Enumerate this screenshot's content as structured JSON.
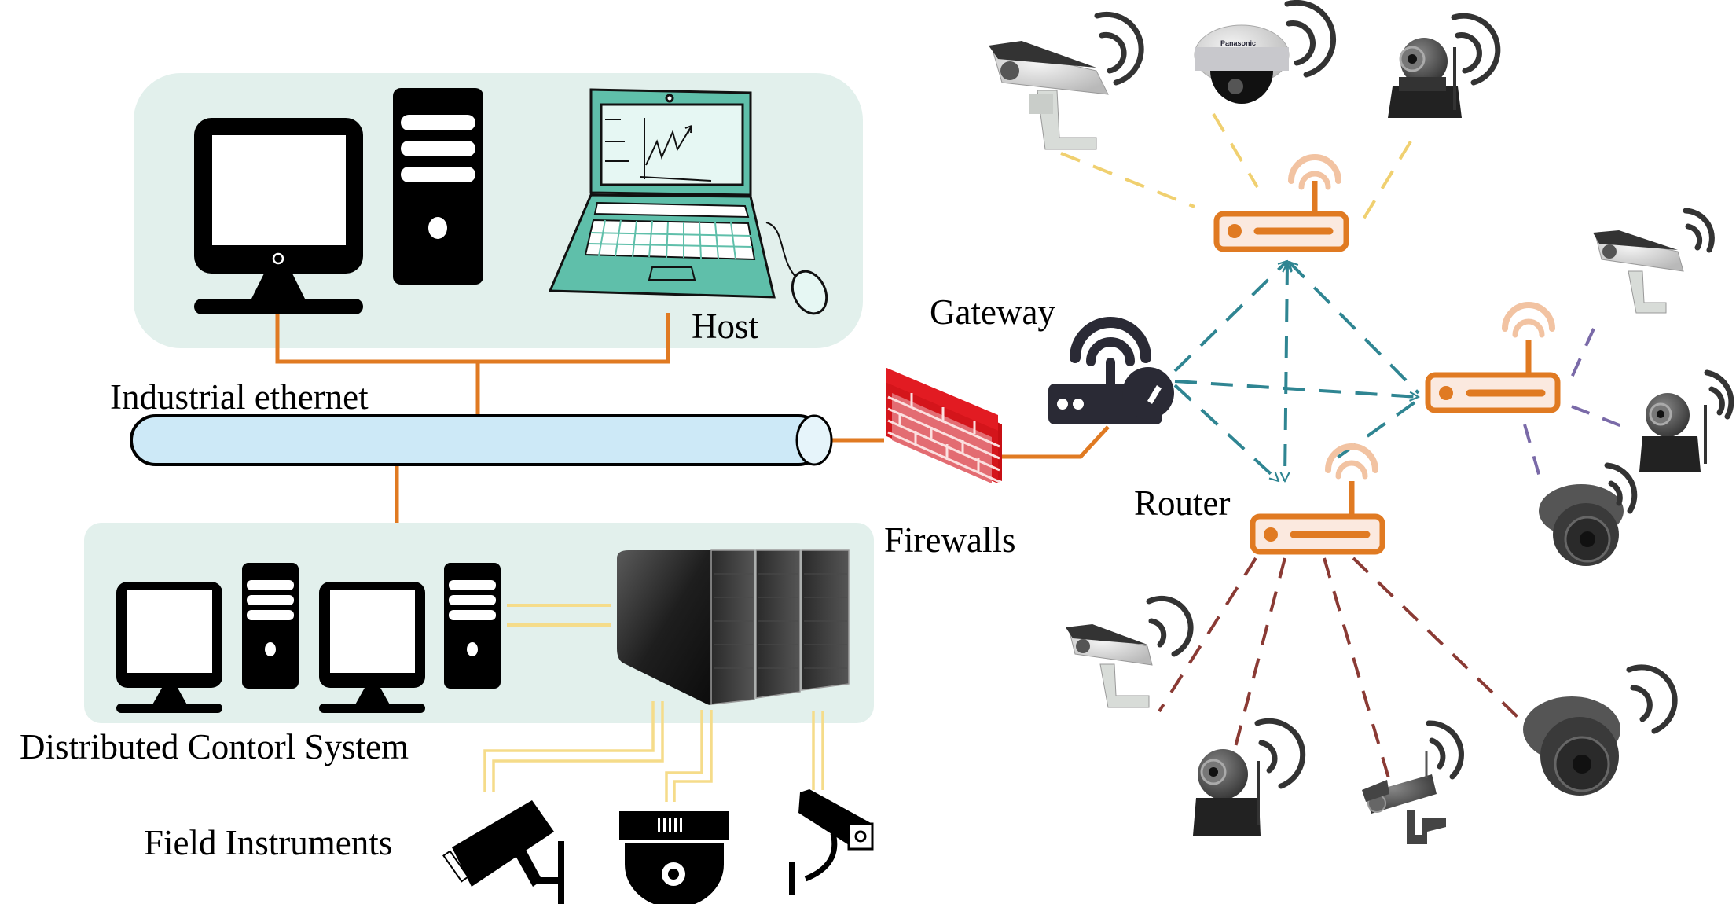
{
  "diagram": {
    "title": "Industrial control network with IoT camera mesh",
    "colors": {
      "panel_bg": "#e2f0ec",
      "wired_link": "#e07a22",
      "pipe_fill": "#cde9f7",
      "field_link": "#f5dc8a",
      "mesh_link": "#2f8592",
      "top_cluster_link": "#f0d070",
      "right_cluster_link": "#7a6aa8",
      "bottom_cluster_link": "#8a3a34",
      "router_fill": "#fbe9df",
      "wifi_arc": "#f2c3a2",
      "firewall": "#d4151b",
      "gateway": "#2a2a35",
      "laptop": "#5fbfaa"
    },
    "labels": {
      "host": "Host",
      "industrial_ethernet": "Industrial ethernet",
      "dcs": "Distributed Contorl System",
      "field_instruments": "Field Instruments",
      "firewalls": "Firewalls",
      "gateway": "Gateway",
      "router": "Router"
    },
    "nodes": {
      "host": [
        "desktop-monitor",
        "desktop-tower",
        "laptop"
      ],
      "dcs": [
        "workstation-1-monitor",
        "workstation-1-tower",
        "workstation-2-monitor",
        "workstation-2-tower",
        "server-rack"
      ],
      "field_instruments": [
        "bullet-camera",
        "dome-camera",
        "wall-camera"
      ],
      "network": [
        "firewall",
        "gateway",
        "router-top",
        "router-right",
        "router-bottom"
      ],
      "top_cluster_cameras": [
        "bullet-camera",
        "dome-camera",
        "ptz-camera"
      ],
      "right_cluster_cameras": [
        "bullet-camera",
        "ptz-camera",
        "dome-camera"
      ],
      "bottom_cluster_cameras": [
        "bullet-camera",
        "ptz-camera",
        "wifi-bullet-camera",
        "dome-camera"
      ]
    }
  }
}
